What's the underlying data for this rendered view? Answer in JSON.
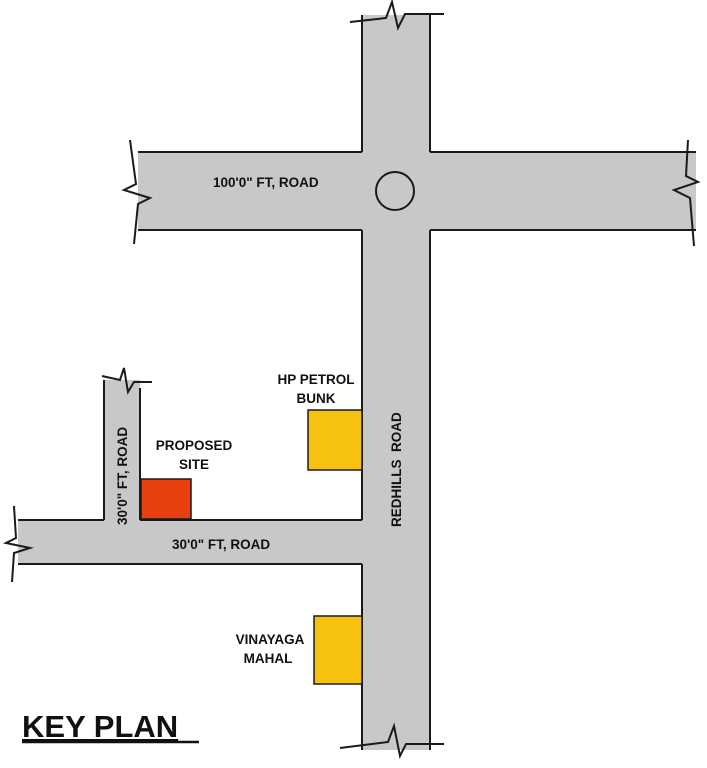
{
  "map": {
    "roads": {
      "main_horizontal": "100'0\" FT, ROAD",
      "redhills": "REDHILLS  ROAD",
      "lower_horizontal": "30'0\" FT, ROAD",
      "vertical_small": "30'0\" FT, ROAD"
    },
    "landmarks": {
      "proposed_site_line1": "PROPOSED",
      "proposed_site_line2": "SITE",
      "petrol_line1": "HP PETROL",
      "petrol_line2": "BUNK",
      "mahal_line1": "VINAYAGA",
      "mahal_line2": "MAHAL"
    },
    "title": "KEY PLAN",
    "colors": {
      "road": "#c8c8c8",
      "outline": "#1a1a1a",
      "proposed_site": "#e8410f",
      "landmark": "#f7c20f"
    }
  }
}
